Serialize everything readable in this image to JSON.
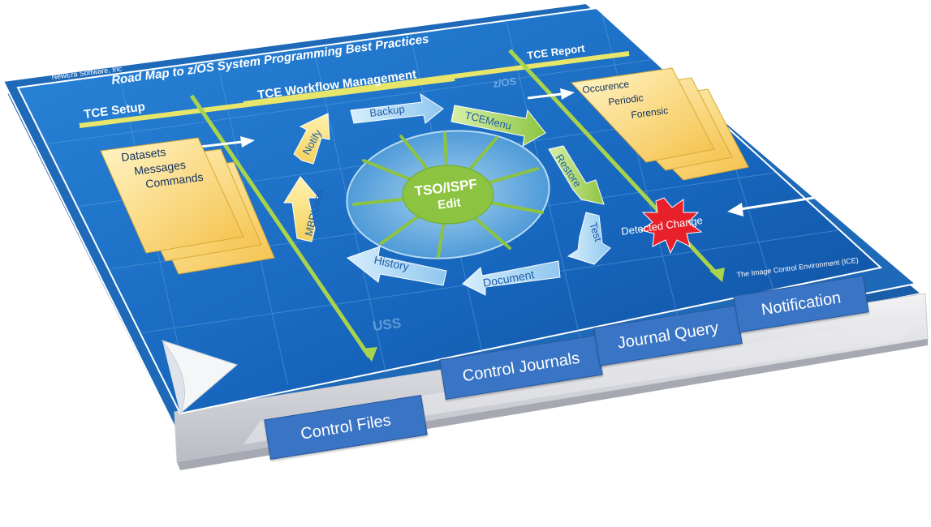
{
  "publisher": "NewEra Software, Inc",
  "title": "Road Map to z/OS System Programming Best Practices",
  "headers": {
    "setup": "TCE Setup",
    "workflow": "TCE Workflow Management",
    "report": "TCE Report",
    "zos": "z/OS",
    "uss": "USS"
  },
  "setup_items": [
    "Datasets",
    "Messages",
    "Commands"
  ],
  "report_items": [
    "Occurence",
    "Periodic",
    "Forensic"
  ],
  "center": {
    "line1": "TSO/ISPF",
    "line2": "Edit"
  },
  "cycle": {
    "backup": "Backup",
    "tcemenu": "TCEMenu",
    "restore": "Restore",
    "test": "Test",
    "document": "Document",
    "history": "History",
    "mbrused": "MBRUsed",
    "notify": "Notify"
  },
  "detected_change": "Detected Change",
  "footer_note": "The Image Control Environment (ICE)",
  "buttons": {
    "control_files": "Control Files",
    "control_journals": "Control Journals",
    "journal_query": "Journal Query",
    "notification": "Notification"
  },
  "colors": {
    "board_blue": "#1766bd",
    "yellow_line": "#e8e66a",
    "green_line": "#a9d34c",
    "button_blue": "#3a74c4",
    "starburst": "#e8202a"
  }
}
